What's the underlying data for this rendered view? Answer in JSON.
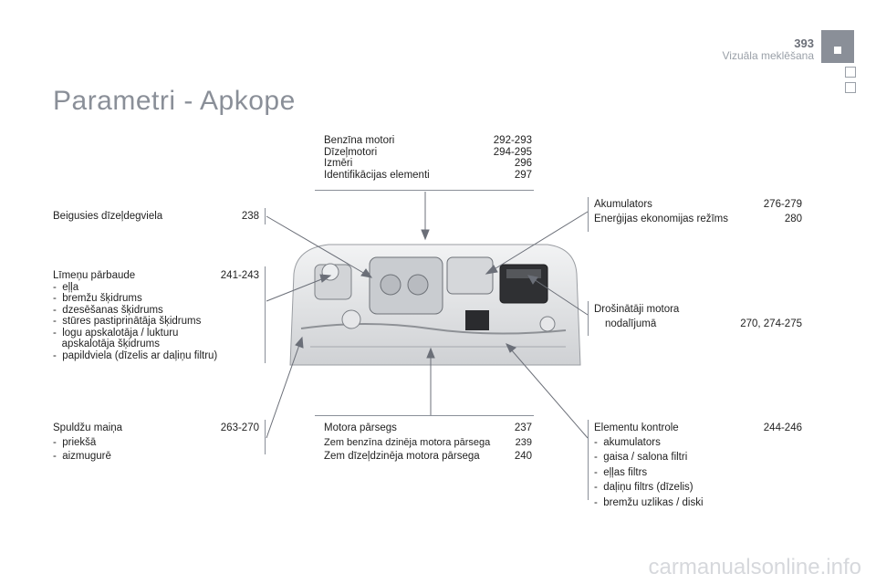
{
  "header": {
    "page_number": "393",
    "section": "Vizuāla meklēšana"
  },
  "title": "Parametri - Apkope",
  "blocks": {
    "top_center": [
      {
        "label": "Benzīna motori",
        "pages": "292-293"
      },
      {
        "label": "Dīzeļmotori",
        "pages": "294-295"
      },
      {
        "label": "Izmēri",
        "pages": "296"
      },
      {
        "label": "Identifikācijas elementi",
        "pages": "297"
      }
    ],
    "left_1": [
      {
        "label": "Beigusies dīzeļdegviela",
        "pages": "238"
      }
    ],
    "left_2": {
      "heading": {
        "label": "Līmeņu pārbaude",
        "pages": "241-243"
      },
      "items": [
        "-  eļļa",
        "-  bremžu šķidrums",
        "-  dzesēšanas šķidrums",
        "-  stūres pastiprinātāja šķidrums",
        "-  logu apskalotāja / lukturu",
        "   apskalotāja šķidrums",
        "-  papildviela (dīzelis ar daļiņu filtru)"
      ]
    },
    "left_3": {
      "heading": {
        "label": "Spuldžu maiņa",
        "pages": "263-270"
      },
      "items": [
        "-  priekšā",
        "-  aizmugurē"
      ]
    },
    "right_1": [
      {
        "label": "Akumulators",
        "pages": "276-279"
      },
      {
        "label": "Enerģijas ekonomijas režīms",
        "pages": "280"
      }
    ],
    "right_2": {
      "line1": "Drošinātāji motora",
      "label": "nodalījumā",
      "pages": "270, 274-275"
    },
    "right_3": {
      "heading": {
        "label": "Elementu kontrole",
        "pages": "244-246"
      },
      "items": [
        "-  akumulators",
        "-  gaisa / salona filtri",
        "-  eļļas filtrs",
        "-  daļiņu filtrs (dīzelis)",
        "-  bremžu uzlikas / diski"
      ]
    },
    "bottom_center": [
      {
        "label": "Motora pārsegs",
        "pages": "237"
      },
      {
        "label": "Zem benzīna dzinēja motora pārsega",
        "pages": "239"
      },
      {
        "label": "Zem dīzeļdzinēja motora pārsega",
        "pages": "240"
      }
    ]
  },
  "watermark": "carmanualsonline.info",
  "colors": {
    "accent": "#8a8f98",
    "engine_bg": "#e4e5e7",
    "line": "#6b6f78"
  }
}
